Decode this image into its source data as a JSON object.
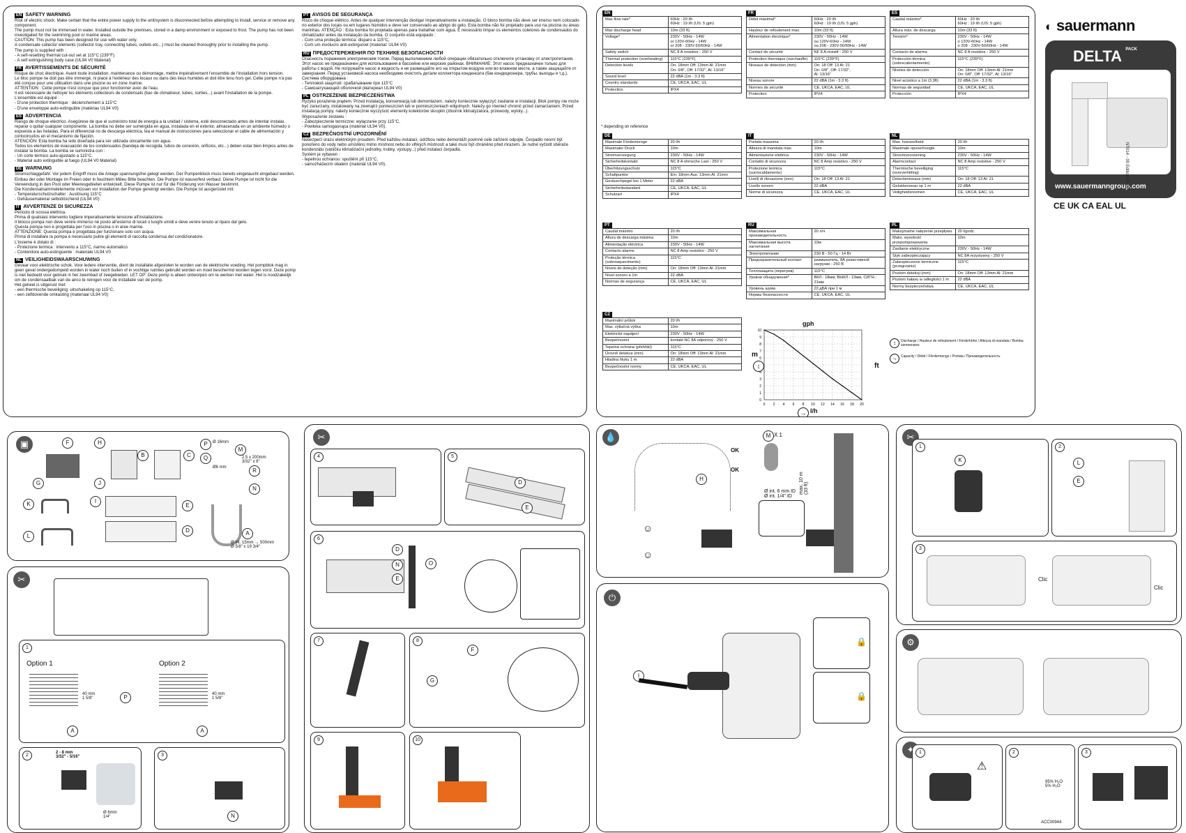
{
  "safety": {
    "col1": [
      {
        "lang": "EN",
        "title": "SAFETY WARNING",
        "body": "Risk of electric shock. Make certain that the entire power supply to the unit/system is disconnected before attempting to install, service or remove any component.\nThe pump must not be immersed in water. Installed outside the premises, stored in a damp environment or exposed to frost. The pump has not been investigated for the swimming pool or marine areas.\nCAUTION: This pump has been designed for use with water only.\nA condensate collector elements (collector tray, connecting tubes, outlets etc...) must be cleaned thoroughly prior to installing the pump.\nThe pump is supplied with :\n- A self-resetting thermal cut-out set at 115°C (239°F).\n- A self extinguishing body case (UL94 V0 Material)"
      },
      {
        "lang": "FR",
        "title": "AVERTISSEMENTS DE SÉCURITÉ",
        "body": "Risque de choc électrique. Avant toute installation, maintenance ou démontage, mettre impérativement l'ensemble de l'installation hors tension.\nLe bloc pompe ne doit pas être immergé, ni placé à l'extérieur des locaux ou dans des lieux humides et doit être tenu hors gel. Cette pompe n'a pas été conçue pour une utilisation dans une piscine ou en zone marine.\nATTENTION : Cette pompe n'est conçue que pour fonctionner avec de l'eau.\nIl est nécessaire de nettoyer les éléments collecteurs de condensats (bac de climatiseur, tubes, sorties...) avant l'installation de la pompe.\nL'ensemble est équipé :\n- D'une protection thermique : déclenchement à 115°C\n- D'une enveloppe auto-extinguible (matériau UL94 V0)"
      },
      {
        "lang": "ES",
        "title": "ADVERTENCIA",
        "body": "Riesgo de choque eléctrico. Asegúrese de que el suministro total de energía a la unidad / sistema, esté desconectado antes de intentar instalar, reparar o quitar cualquier componente. La bomba no debe ser sumergida en agua, instalada en el exterior, almacenada en un ambiente húmedo o expuesta a las heladas. Para el diferencial no de descarga eléctrica, lea el manual de instrucciones para seleccionar el cable de alimentación y cortocircuitos en el mecanismo de fijación.\nATENCIÓN: Esta bomba ha sido diseñada para ser utilizada únicamente con agua.\nTodos los elementos de evacuación de los condensados (bandeja de recogida, tubos de conexión, orificios, etc...) deben estar bien limpios antes de instalar la bomba. La bomba se suministra con :\n- Un corte térmico auto-ajustado a 115°C.\n- Material auto extinguible al fuego (UL94 V0 Material)"
      },
      {
        "lang": "DE",
        "title": "WARNUNG",
        "body": "Stromschlaggefahr. Vor jedem Eingriff muss die Anlage spannungsfrei gelegt werden. Der Pumpenblock muss bereits eingetaucht eingebaut werden. Einbau der oder Montage im Freien oder in feuchtem Milieu Bitte beachten. Die Pumpe ist wasserfest verbaut. Diese Pumpe ist nicht für die Verwendung in den Pool oder Meeresgebieten entwickelt. Diese Pumpe ist nur für die Förderung von Wasser bestimmt.\nDie Kondensatsammelelemente müssen vor Installation der Pumpe gereinigt werden. Die Pumpe ist ausgerüstet mit:\n- Temperaturschutzschalter : Auslösung 115°C\n- Gehäusematerial selbstlöschend (UL94 V0)"
      },
      {
        "lang": "IT",
        "title": "AVVERTENZE DI SICUREZZA",
        "body": "Pericolo di scossa elettrica.\nPrima di qualsiasi intervento togliere imperativamente tensione all'installazione.\nIl blocco pompa non deve venire immerso né posto all'esterno di locali o luoghi umidi e deve venire tenuto al riparo dal gelo.\nQuesta pompa non è progettata per l'uso in piscina o in aree marine.\nATTENZIONE: Questa pompa è progettata per funzionare solo con acqua.\nPrima di installare la pompa è necessario pulire gli elementi di raccolta condensa del condizionatore.\nL'insieme è dotato di :\n- Protezione termica : intervento a 115°C, riarmo automatico\n- Contenitore auto-estinguente : materiale UL94 V0"
      },
      {
        "lang": "NL",
        "title": "VEILIGHEIDSWAARSCHUWING",
        "body": "Gevaar voor elektrische schok. Voor iedere interventie, dient de installatie afgesloten te worden van de elektrische voeding. Het pompblok mag in geen geval ondergedompeld worden in water noch buiten of in vochtige ruimtes gebruikt worden en moet beschermd worden tegen vorst. Deze pomp is niet bedoeld voor gebruik in het zwembad of zeegebieden. LET OP: Deze pomp is alleen ontworpen om te werken met water. Het is noodzakelijk om de condensaatbak van de airco te reinigen voor de installatie van de pomp.\nHet geheel is uitgerust met:\n- een thermische beveiliging: uitschakeling op 115°C,\n- een zelfdovende omkasting (materiaal UL94 V0)"
      }
    ],
    "col2": [
      {
        "lang": "PT",
        "title": "AVISOS DE SEGURANÇA",
        "body": "Risco de choque elétrico. Antes de qualquer intervenção desligar imperativamente a instalação. O bloco bomba não deve ser imerso nem colocado no exterior dos locais ou em lugares húmidos e deve ser conservado ao abrigo do gelo. Esta bomba não foi projetado para uso na piscina ou áreas marinhas. ATENÇÃO : Esta bomba foi projetada apenas para trabalhar com água. É necessário limpar os elementos coletores de condensados do climatizador antes da instalação da bomba. O conjunto está equipado :\n- Com uma proteção térmica: disparo a 115°C,\n- Com um invólucro anti-extinguível (material: UL94 V0)"
      },
      {
        "lang": "RU",
        "title": "ПРЕДОСТЕРЕЖЕНИЯ ПО ТЕХНИКЕ БЕЗОПАСНОСТИ",
        "body": "Опасность поражения электрическим током. Перед выполнением любой операции обязательно отключите установку от электропитания. Этот насос не предназначен для использования в бассейне или морских районах. ВНИМАНИЕ: Этот насос предназначен только для работы с водой. Не погружайте насос в жидкость и не размещайте его на открытом воздухе или во влажном месте, а также защищайте от замерзания. Перед установкой насоса необходимо очистить детали коллектора конденсата (бак кондиционера, трубы, выходы и т.д.). Система оборудована :\n- Тепловой защитой: срабатывание при 115°C\n- Самозатухающей оболочкой (материал UL94 V0)"
      },
      {
        "lang": "PL",
        "title": "OSTRZEŻENIE BEZPIECZEŃSTWA",
        "body": "Ryzyko porażenia prądem. Przed instalacją, konserwacją lub demontażem, należy koniecznie wyłączyć zasilanie w instalacji. Blok pompy nie może być zanurzany, instalowany na zewnątrz pomieszczeń lub w pomieszczeniach wilgotnych. Należy go również chronić przed zamarzaniem. Przed instalacją pompy, należy koniecznie wyczyścić elementy kolektorów skroplin (zbiornik klimatyzatora, przewody, wyloty...).\nWyposażenie zestawu :\n- Zabezpieczenie termiczne: wyłączanie przy 115°C,\n- Powłoka samogasnąca (materiał UL94 V0)."
      },
      {
        "lang": "CZ",
        "title": "BEZPEČNOSTNÍ UPOZORNĚNÍ",
        "body": "Nebezpečí úrazu elektrickým proudem. Před každou instalací, údržbou nebo demontáží povinně celé zařízení odpojte. Čerpadlo nesmí být ponořeno do vody nebo umístěno mimo místnost nebo do vlhkých místností a také musí být chráněno před mrazem. Je nutné vyčistit sběrače kondenzátu (vaničku klimatizační jednotky, trubky, výstupy...) před instalací čerpadla.\nSystém je vybaven :\n- tepelnou ochranou: spuštění při 115°C,\n- samozhášecím obalem (materiál UL94 V0)."
      }
    ]
  },
  "specs": {
    "EN": [
      [
        "Max flow rate*",
        "60Hz : 20 l/h\n60Hz : 19 l/h (US: 5 gph)"
      ],
      [
        "Max discharge head",
        "10m (33 ft)"
      ],
      [
        "Voltage*",
        "230V - 50Hz - 14W\nor 120V-60Hz - 14W\nor 208 - 230V-50/60Hz - 14W"
      ],
      [
        "Safety switch",
        "NC 8 A resistive - 250 V"
      ],
      [
        "Thermal protection (overheating)",
        "115°C (239°F)"
      ],
      [
        "Detection levels",
        "On: 18mm Off: 13mm Al: 21mm\nOn: 0/8\", Off: 17/32\", Al: 13/16\""
      ],
      [
        "Sound level",
        "22 dBA (1m - 3.3 ft)"
      ],
      [
        "Country standards",
        "CE, UKCA, EAC, UL"
      ],
      [
        "Protection",
        "IPX4"
      ]
    ],
    "FR": [
      [
        "Débit maximal*",
        "60Hz : 20 l/h\n60Hz : 19 l/h (US: 5 gph)"
      ],
      [
        "Hauteur de refoulement max.",
        "10m (33 ft)"
      ],
      [
        "Alimentation électrique*",
        "230V - 50Hz - 14W\nou 120V-60Hz - 14W\nou 208 - 230V-50/60Hz - 14W"
      ],
      [
        "Contact de sécurité",
        "NF 8 A résistif - 250 V"
      ],
      [
        "Protection thermique (surchauffe)",
        "115°C (239°F)"
      ],
      [
        "Niveaux de détection (mm)",
        "On: 18 Off: 13 Al: 21\nOn: 0/8\", Off: 17/32\",\nAl: 13/16\""
      ],
      [
        "Niveau sonore",
        "22 dBA (1m - 3.3 ft)"
      ],
      [
        "Normes de sécurité",
        "CE, UKCA, EAC, UL"
      ],
      [
        "Protection",
        "IPX4"
      ]
    ],
    "ES": [
      [
        "Caudal máximo*",
        "60Hz : 20 l/h\n60Hz : 19 l/h (US: 5 gph)"
      ],
      [
        "Altura máx. de descarga",
        "10m (33 ft)"
      ],
      [
        "Tensión*",
        "230V - 50Hz - 14W\no 120V-60Hz - 14W\no 208 - 230V-50/60Hz - 14W"
      ],
      [
        "Contacto de alarma",
        "NC 8 A resistive - 250 V"
      ],
      [
        "Protección térmica (sobrecalentamiento)",
        "115°C (239°F)"
      ],
      [
        "Niveles de detección",
        "On: 18mm Off: 13mm Al: 21mm\nOn: 0/8\", Off: 17/32\", Al: 13/16\""
      ],
      [
        "Nivel acústico a 1m (3.3ft)",
        "22 dBA (1m - 3.3 ft)"
      ],
      [
        "Normas de seguridad",
        "CE, UKCA, EAC, UL"
      ],
      [
        "Protección",
        "IPX4"
      ]
    ],
    "DE": [
      [
        "Maximale Fördermenge",
        "20 l/h"
      ],
      [
        "Maximaler Druck",
        "10m"
      ],
      [
        "Stromversorgung",
        "230V - 50Hz - 14W"
      ],
      [
        "Sicherheitskontakt",
        "NC 8 A ohmsche Last - 250 V"
      ],
      [
        "Überhitzungsschutz",
        "115°C"
      ],
      [
        "Schaltpunkte",
        "Ein: 18mm Aus: 13mm Al: 21mm"
      ],
      [
        "Geräuschpegel bei 1 Meter",
        "22 dBA"
      ],
      [
        "Sicherheitsstandard",
        "CE, UKCA, EAC, UL"
      ],
      [
        "Schutzart",
        "IPX4"
      ]
    ],
    "IT": [
      [
        "Portata massima",
        "20 l/h"
      ],
      [
        "Altezza di mandata max.",
        "10m"
      ],
      [
        "Alimentazione elettrica",
        "230V - 50Hz - 14W"
      ],
      [
        "Contatto di sicurezza",
        "NC 8 Amp resistivo - 250 V"
      ],
      [
        "Protezione termica (surriscaldamento)",
        "115°C"
      ],
      [
        "Livelli di rilevazione (mm)",
        "On: 18 Off: 13 Al: 21"
      ],
      [
        "Livello sonoro",
        "22 dBA"
      ],
      [
        "Norme di sicurezza",
        "CE, UKCA, EAC, UL"
      ]
    ],
    "NL": [
      [
        "Max. hoeveelheid",
        "20 l/h"
      ],
      [
        "Maximale opvoerhoogte",
        "10m"
      ],
      [
        "Stroomvoorziening",
        "230V - 50Hz - 14W"
      ],
      [
        "Alarmcontact",
        "NC 8 Amp resistive - 250 V"
      ],
      [
        "Thermische beveiliging (oververhitting)",
        "115°C"
      ],
      [
        "Detectieniveaus (mm)",
        "On: 18 Off: 13 Al: 21"
      ],
      [
        "Geluidsniveau op 1 m",
        "22 dBA"
      ],
      [
        "Veiligheidsnormen",
        "CE, UKCA, EAC, UL"
      ]
    ],
    "PT": [
      [
        "Caudal máximo",
        "20 l/h"
      ],
      [
        "Altura de descarga máxima",
        "10m"
      ],
      [
        "Alimentação eléctrica",
        "230V - 50Hz - 14W"
      ],
      [
        "Contacto alarme",
        "NC 8 Amp resistivo - 250 V"
      ],
      [
        "Proteção térmica (sobreaquecimento)",
        "115°C"
      ],
      [
        "Níveis de deteção (mm)",
        "On: 18mm Off: 13mm Al: 21mm"
      ],
      [
        "Nível sonoro a 1m",
        "22 dBA"
      ],
      [
        "Normas de segurança",
        "CE, UKCA, EAC, UL"
      ]
    ],
    "RU": [
      [
        "Максимальная производительность",
        "20 л/ч"
      ],
      [
        "Максимальная высота нагнетания",
        "10м"
      ],
      [
        "Электропитание",
        "230 В - 50 Гц - 14 Вт"
      ],
      [
        "Предохранительный контакт",
        "размыкатель, 8А резистивной нагрузки - 250 В"
      ],
      [
        "Теплозащита (перегрев)",
        "115°C"
      ],
      [
        "Уровни обнаружения*",
        "ВКЛ.: 18мм; ВЫКЛ.: 13мм, СИГН.: 21мм"
      ],
      [
        "Уровень шума",
        "22,дБА при 1 м"
      ],
      [
        "Нормы безопасности",
        "CE, UKCA, EAC, UL"
      ]
    ],
    "PL": [
      [
        "Maksymalne natężenie przepływu",
        "20 l/godz."
      ],
      [
        "Maks. wysokość przepompowywania",
        "10m"
      ],
      [
        "Zasilanie elektryczne",
        "230V - 50Hz - 14W"
      ],
      [
        "Styk zabezpieczający",
        "NC 8A rezystywny - 250 V"
      ],
      [
        "Zabezpieczenie termiczne (przegrzanie)",
        "115°C"
      ],
      [
        "Poziom detekcji (mm)",
        "On: 18mm Off: 13mm Al: 21mm"
      ],
      [
        "Poziom hałasu w odległości 1 m",
        "22 dBA"
      ],
      [
        "Normy bezpieczeństwa",
        "CE, UKCA, EAC, UL"
      ]
    ],
    "CZ": [
      [
        "Maximální průtok",
        "20 l/h"
      ],
      [
        "Max. výtlačná výška",
        "10m"
      ],
      [
        "Elektrické napájení",
        "230V - 50Hz - 14W"
      ],
      [
        "Bezpečnostní",
        "kontakt NC 8A odporový - 250 V"
      ],
      [
        "Tepelná ochrana (přehřátí)",
        "115°C"
      ],
      [
        "Úrovně detekce (mm)",
        "On: 18mm Off: 13mm Al: 21mm"
      ],
      [
        "Hladina hluku 1 m",
        "22 dBA"
      ],
      [
        "Bezpečnostní normy",
        "CE, UKCA, EAC, UL"
      ]
    ]
  },
  "footnote": "* depending on reference",
  "brand": {
    "name": "sauermann",
    "product": "DELTA",
    "pack": "PACK",
    "url": "www.sauermanngroup.com",
    "ref": "NT014 - 00 Edition 23.09",
    "certs": "CE UK CA EAL UL"
  },
  "chart": {
    "top_label": "gph",
    "y_left": "m",
    "y_right": "ft",
    "x_label": "l/h",
    "legend1": "Discharge / Hauteur de refoulement / Förderhöhe / Altezza di mandata / Bomba semeensies",
    "legend2": "Capacity / Débit / Fördermenge / Portata / Производительность"
  },
  "chart_data": {
    "type": "line",
    "x": [
      0,
      2,
      4,
      6,
      8,
      10,
      12,
      14,
      16,
      18,
      20
    ],
    "series": [
      {
        "values": [
          10,
          9.4,
          8.5,
          7.4,
          6.3,
          5.2,
          4.1,
          3.0,
          2.0,
          1.0,
          0
        ]
      }
    ],
    "y_left": "m",
    "y_right": "ft",
    "xlabel": "l/h",
    "top_label": "gph",
    "xlim": [
      0,
      20
    ],
    "ylim": [
      0,
      10
    ]
  },
  "install": {
    "kit_labels": [
      "F",
      "H",
      "P",
      "M",
      "B",
      "C",
      "G",
      "J",
      "Q",
      "R",
      "N",
      "K",
      "I",
      "E",
      "D",
      "L",
      "A"
    ],
    "kit_dims": {
      "p": "Ø 16mm",
      "m": "2.5 x 200mm\n3/32\" x 8\"",
      "o": "Ø6 mm",
      "tube": "Ø int. 15mm → 500mm\nØ 5/8\" x 19 3/4\""
    },
    "options": [
      "Option 1",
      "Option 2"
    ],
    "dims": {
      "step2": "2 - 8 mm\n3/32\" - 5/16\"",
      "step2b": "Ø 6mm\n1/4\"",
      "opt1": "40 mm\n1 5/8\"",
      "opt2": "40 mm\n1 5/8\""
    },
    "step_nums": [
      "1",
      "2",
      "3",
      "4",
      "5",
      "6",
      "7",
      "8",
      "9",
      "10"
    ],
    "water": {
      "mx": "M",
      "x1": "X 1",
      "ok1": "OK",
      "ok2": "OK",
      "tube": "Ø int. 6 mm ID\nØ int. 1/4\" ID",
      "max": "max. 10 m\n(33 ft)"
    },
    "clic": "Clic",
    "acc": "ACC00944",
    "h2o": "95% H₂O\n5% H₂O"
  }
}
